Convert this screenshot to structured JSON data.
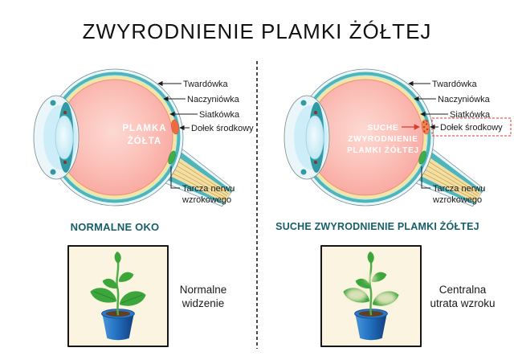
{
  "title": "ZWYRODNIENIE PLAMKI ŻÓŁTEJ",
  "left_panel": {
    "caption": "NORMALNE OKO",
    "eye": {
      "labels": {
        "sclera": "Twardówka",
        "choroid": "Naczyniówka",
        "retina": "Siatkówka",
        "fovea": "Dołek środkowy",
        "optic_disc_line1": "Tarcza nerwu",
        "optic_disc_line2": "wzrokowego"
      },
      "macula_line1": "PLAMKA",
      "macula_line2": "ŻÓŁTA"
    },
    "vision_line1": "Normalne",
    "vision_line2": "widzenie"
  },
  "right_panel": {
    "caption": "SUCHE ZWYRODNIENIE PLAMKI ŻÓŁTEJ",
    "eye": {
      "labels": {
        "sclera": "Twardówka",
        "choroid": "Naczyniówka",
        "retina": "Siatkówka",
        "fovea": "Dołek środkowy",
        "optic_disc_line1": "Tarcza nerwu",
        "optic_disc_line2": "wzrokowego"
      },
      "macula_line1": "SUCHE",
      "macula_line2": "ZWYRODNIENIE",
      "macula_line3": "PLAMKI ŻÓŁTEJ"
    },
    "vision_line1": "Centralna",
    "vision_line2": "utrata wzroku"
  },
  "colors": {
    "caption_teal": "#175E68",
    "sclera_teal": "#4DB5BB",
    "choroid_yellow": "#F6E4A0",
    "vitreous_pink": "#F9ACA4",
    "fovea_orange": "#EE6B41",
    "optic_disc_green": "#3FAE49",
    "highlight_red": "#D93A2E",
    "plant_green": "#3DA63B",
    "pot_blue": "#2271C1",
    "box_cream": "#FAF4E1"
  }
}
